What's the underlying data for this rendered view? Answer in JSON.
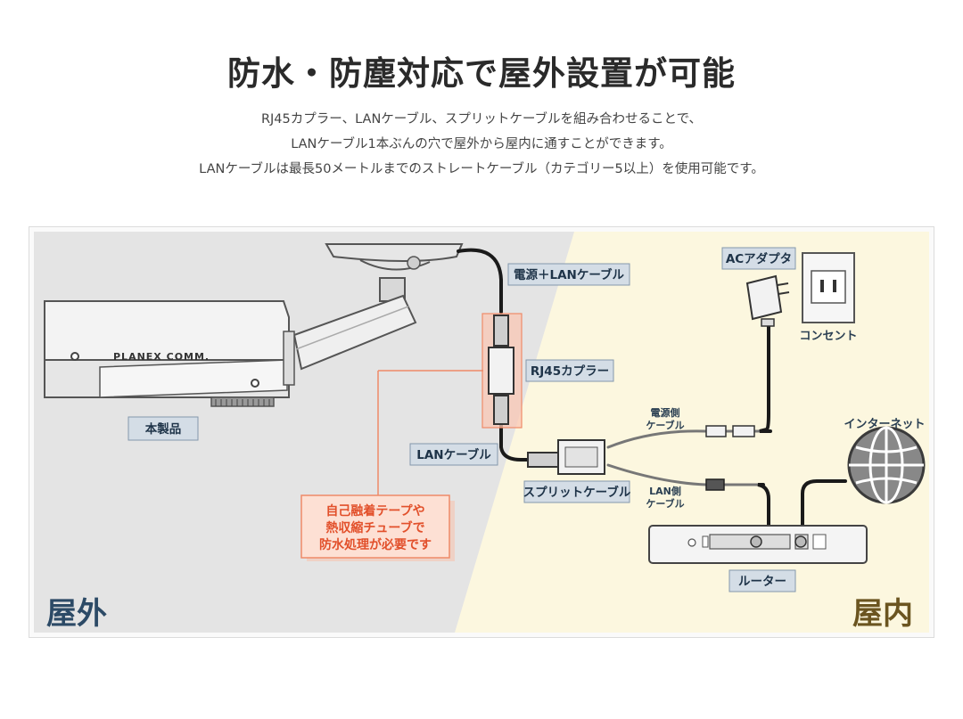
{
  "title": "防水・防塵対応で屋外設置が可能",
  "intro": [
    "RJ45カプラー、LANケーブル、スプリットケーブルを組み合わせることで、",
    "LANケーブル1本ぶんの穴で屋外から屋内に通すことができます。",
    "LANケーブルは最長50メートルまでのストレートケーブル（カテゴリー5以上）を使用可能です。"
  ],
  "diagram": {
    "camera_brand": "PLANEX COMM.",
    "product_label": "本製品",
    "power_lan_cable_label": "電源＋LANケーブル",
    "coupler_label": "RJ45カプラー",
    "lan_cable_label": "LANケーブル",
    "split_cable_label": "スプリットケーブル",
    "power_side_label_1": "電源側",
    "power_side_label_2": "ケーブル",
    "lan_side_label_1": "LAN側",
    "lan_side_label_2": "ケーブル",
    "ac_adapter_label": "ACアダプタ",
    "outlet_label": "コンセント",
    "internet_label": "インターネット",
    "router_label": "ルーター",
    "note_lines": [
      "自己融着テープや",
      "熱収縮チューブで",
      "防水処理が必要です"
    ],
    "outdoor_label": "屋外",
    "indoor_label": "屋内"
  },
  "colors": {
    "outdoor_bg": "#e4e4e4",
    "indoor_bg": "#fcf7df",
    "outdoor_text": "#2c4a66",
    "indoor_text": "#6b5520",
    "warning": "#e2502b",
    "label_bg": "#d4dde6"
  }
}
